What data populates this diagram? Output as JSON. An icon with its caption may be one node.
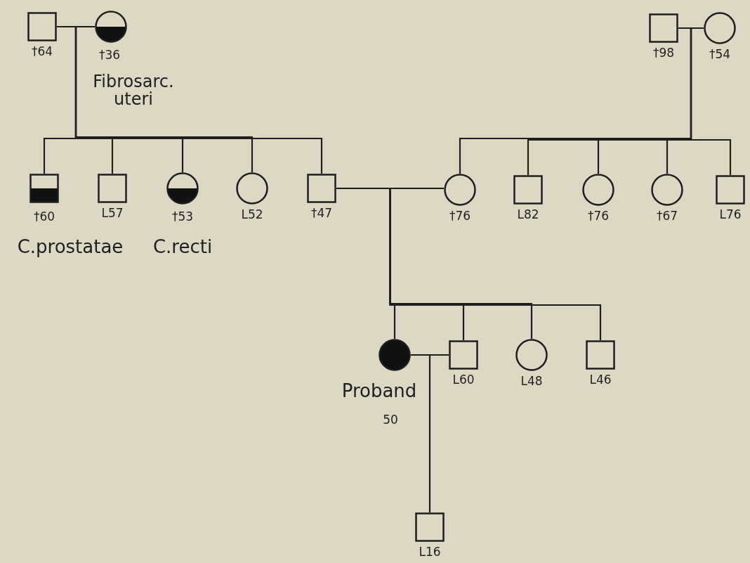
{
  "diagram": {
    "nodes": [
      {
        "text": [],
        "shape": "box",
        "beside": [
          "†64"
        ]
      },
      {
        "text": [],
        "shape": "half-filled-circle",
        "beside": [
          "†36",
          "Fibrosarc. uteri"
        ]
      },
      {
        "text": [],
        "shape": "box",
        "beside": [
          "†98"
        ]
      },
      {
        "text": [],
        "shape": "circle",
        "beside": [
          "†54"
        ]
      },
      {
        "text": [],
        "shape": "half-filled-box",
        "beside": [
          "†60",
          "C.prostatae"
        ]
      },
      {
        "text": [],
        "shape": "box",
        "beside": [
          "L57"
        ]
      },
      {
        "text": [],
        "shape": "half-filled-circle",
        "beside": [
          "†53",
          "C.recti"
        ]
      },
      {
        "text": [],
        "shape": "circle",
        "beside": [
          "L52"
        ]
      },
      {
        "text": [],
        "shape": "box",
        "beside": [
          "†47"
        ]
      },
      {
        "text": [],
        "shape": "circle",
        "beside": [
          "†76"
        ]
      },
      {
        "text": [],
        "shape": "box",
        "beside": [
          "L82"
        ]
      },
      {
        "text": [],
        "shape": "circle",
        "beside": [
          "†76"
        ]
      },
      {
        "text": [],
        "shape": "circle",
        "beside": [
          "†67"
        ]
      },
      {
        "text": [],
        "shape": "box",
        "beside": [
          "L76"
        ]
      },
      {
        "text": [],
        "shape": "filled-circle",
        "beside": [
          "Proband",
          "50"
        ]
      },
      {
        "text": [],
        "shape": "box",
        "beside": [
          "L60"
        ]
      },
      {
        "text": [],
        "shape": "circle",
        "beside": [
          "L48"
        ]
      },
      {
        "text": [],
        "shape": "box",
        "beside": [
          "L46"
        ]
      },
      {
        "text": [],
        "shape": "box",
        "beside": [
          "L16"
        ]
      }
    ],
    "edges": [
      {
        "from": 0,
        "to": 1,
        "arrow": "none"
      },
      {
        "from": 0,
        "to": 4,
        "arrow": "none"
      },
      {
        "from": 0,
        "to": 5,
        "arrow": "none"
      },
      {
        "from": 0,
        "to": 6,
        "arrow": "none"
      },
      {
        "from": 0,
        "to": 7,
        "arrow": "none"
      },
      {
        "from": 0,
        "to": 8,
        "arrow": "none"
      },
      {
        "from": 2,
        "to": 3,
        "arrow": "none"
      },
      {
        "from": 2,
        "to": 9,
        "arrow": "none"
      },
      {
        "from": 2,
        "to": 10,
        "arrow": "none"
      },
      {
        "from": 2,
        "to": 11,
        "arrow": "none"
      },
      {
        "from": 2,
        "to": 12,
        "arrow": "none"
      },
      {
        "from": 2,
        "to": 13,
        "arrow": "none"
      },
      {
        "from": 8,
        "to": 9,
        "arrow": "none"
      },
      {
        "from": 8,
        "to": 14,
        "arrow": "none"
      },
      {
        "from": 8,
        "to": 15,
        "arrow": "none"
      },
      {
        "from": 8,
        "to": 16,
        "arrow": "none"
      },
      {
        "from": 8,
        "to": 17,
        "arrow": "none"
      },
      {
        "from": 14,
        "to": 15,
        "arrow": "none"
      },
      {
        "from": 14,
        "to": 18,
        "arrow": "none"
      }
    ]
  }
}
